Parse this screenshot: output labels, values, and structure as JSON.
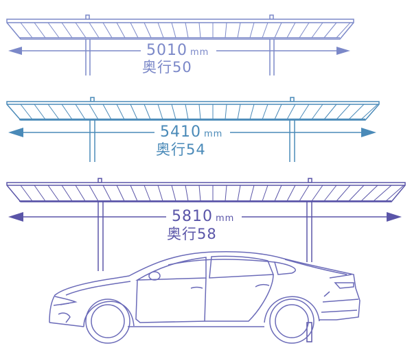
{
  "colors": {
    "carport_1": "#7b88c8",
    "carport_2": "#4a8ab8",
    "carport_3": "#5a55a8",
    "car": "#6a6ab8",
    "background": "#ffffff"
  },
  "carports": [
    {
      "width_value": "5010",
      "unit": "mm",
      "depth_label": "奥行50"
    },
    {
      "width_value": "5410",
      "unit": "mm",
      "depth_label": "奥行54"
    },
    {
      "width_value": "5810",
      "unit": "mm",
      "depth_label": "奥行58"
    }
  ],
  "car": {
    "type": "sedan",
    "icon": "car-outline-icon"
  }
}
